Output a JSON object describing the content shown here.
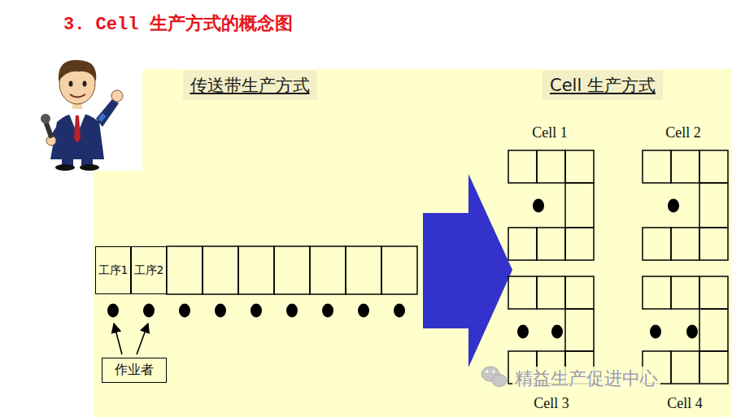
{
  "diagram": {
    "title": "3. Cell 生产方式的概念图",
    "nodes": [
      {
        "text": [
          "传送带生产方式"
        ]
      },
      {
        "text": [
          "Cell 生产方式"
        ]
      },
      {
        "text": [
          "工序1"
        ]
      },
      {
        "text": [
          "工序2"
        ]
      },
      {
        "text": [
          "作业者"
        ]
      }
    ],
    "labels": [
      "Cell 1",
      "Cell 2",
      "Cell 3",
      "Cell 4",
      "精益生产促进中心"
    ]
  }
}
